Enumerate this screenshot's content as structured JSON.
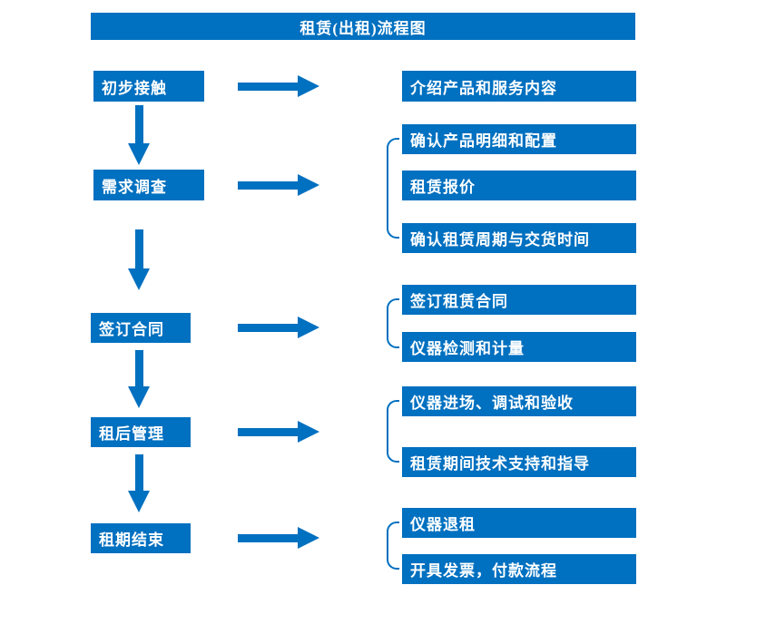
{
  "title": "租赁(出租)流程图",
  "colors": {
    "primary": "#0070C0",
    "box_text": "#FFFFFF"
  },
  "steps": [
    {
      "label": "初步接触",
      "children": [
        "介绍产品和服务内容"
      ]
    },
    {
      "label": "需求调查",
      "children": [
        "确认产品明细和配置",
        "租赁报价",
        "确认租赁周期与交货时间"
      ]
    },
    {
      "label": "签订合同",
      "children": [
        "签订租赁合同",
        "仪器检测和计量"
      ]
    },
    {
      "label": "租后管理",
      "children": [
        "仪器进场、调试和验收",
        "租赁期间技术支持和指导"
      ]
    },
    {
      "label": "租期结束",
      "children": [
        "仪器退租",
        "开具发票，付款流程"
      ]
    }
  ]
}
